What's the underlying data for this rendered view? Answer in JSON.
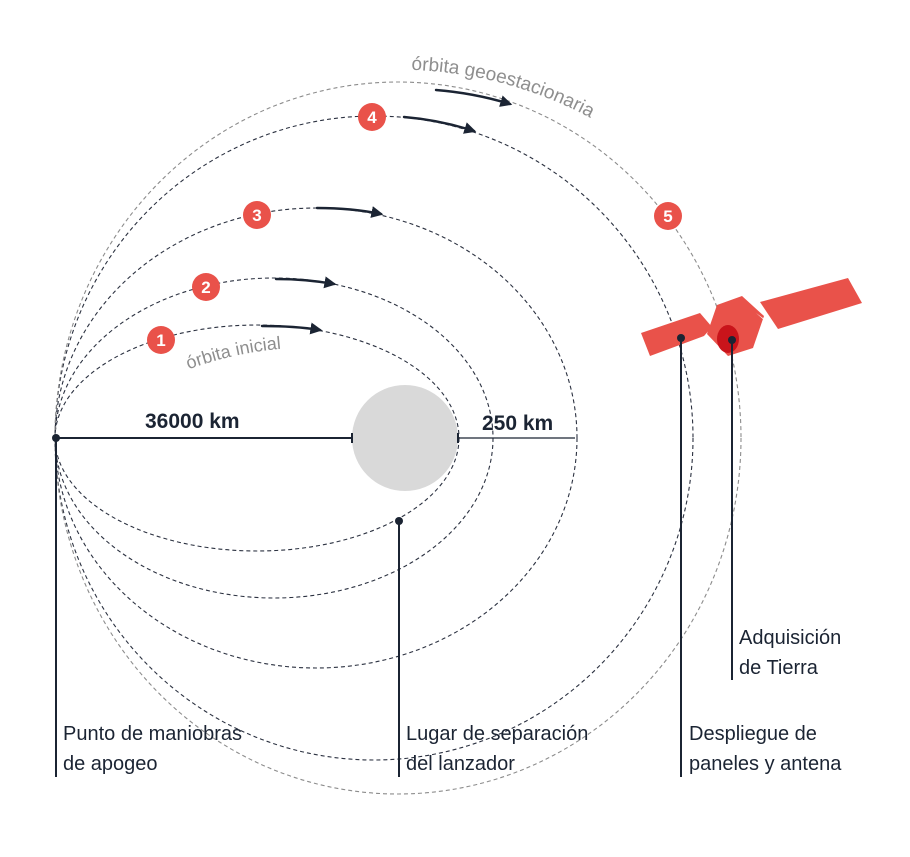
{
  "labels": {
    "orbit_initial": "órbita inicial",
    "orbit_geo": "órbita geoestacionaria",
    "dist_apogee": "36000 km",
    "dist_perigee": "250 km",
    "callout_apogee_1": "Punto de maniobras",
    "callout_apogee_2": "de apogeo",
    "callout_separation_1": "Lugar de separación",
    "callout_separation_2": "del lanzador",
    "callout_deploy_1": "Despliegue de",
    "callout_deploy_2": "paneles y antena",
    "callout_earth_1": "Adquisición",
    "callout_earth_2": "de Tierra"
  },
  "steps": [
    "1",
    "2",
    "3",
    "4",
    "5"
  ],
  "colors": {
    "accent": "#e9524a",
    "dark": "#1b2433",
    "earth": "#d9d9d9",
    "grey_text": "#8e8e8e"
  }
}
